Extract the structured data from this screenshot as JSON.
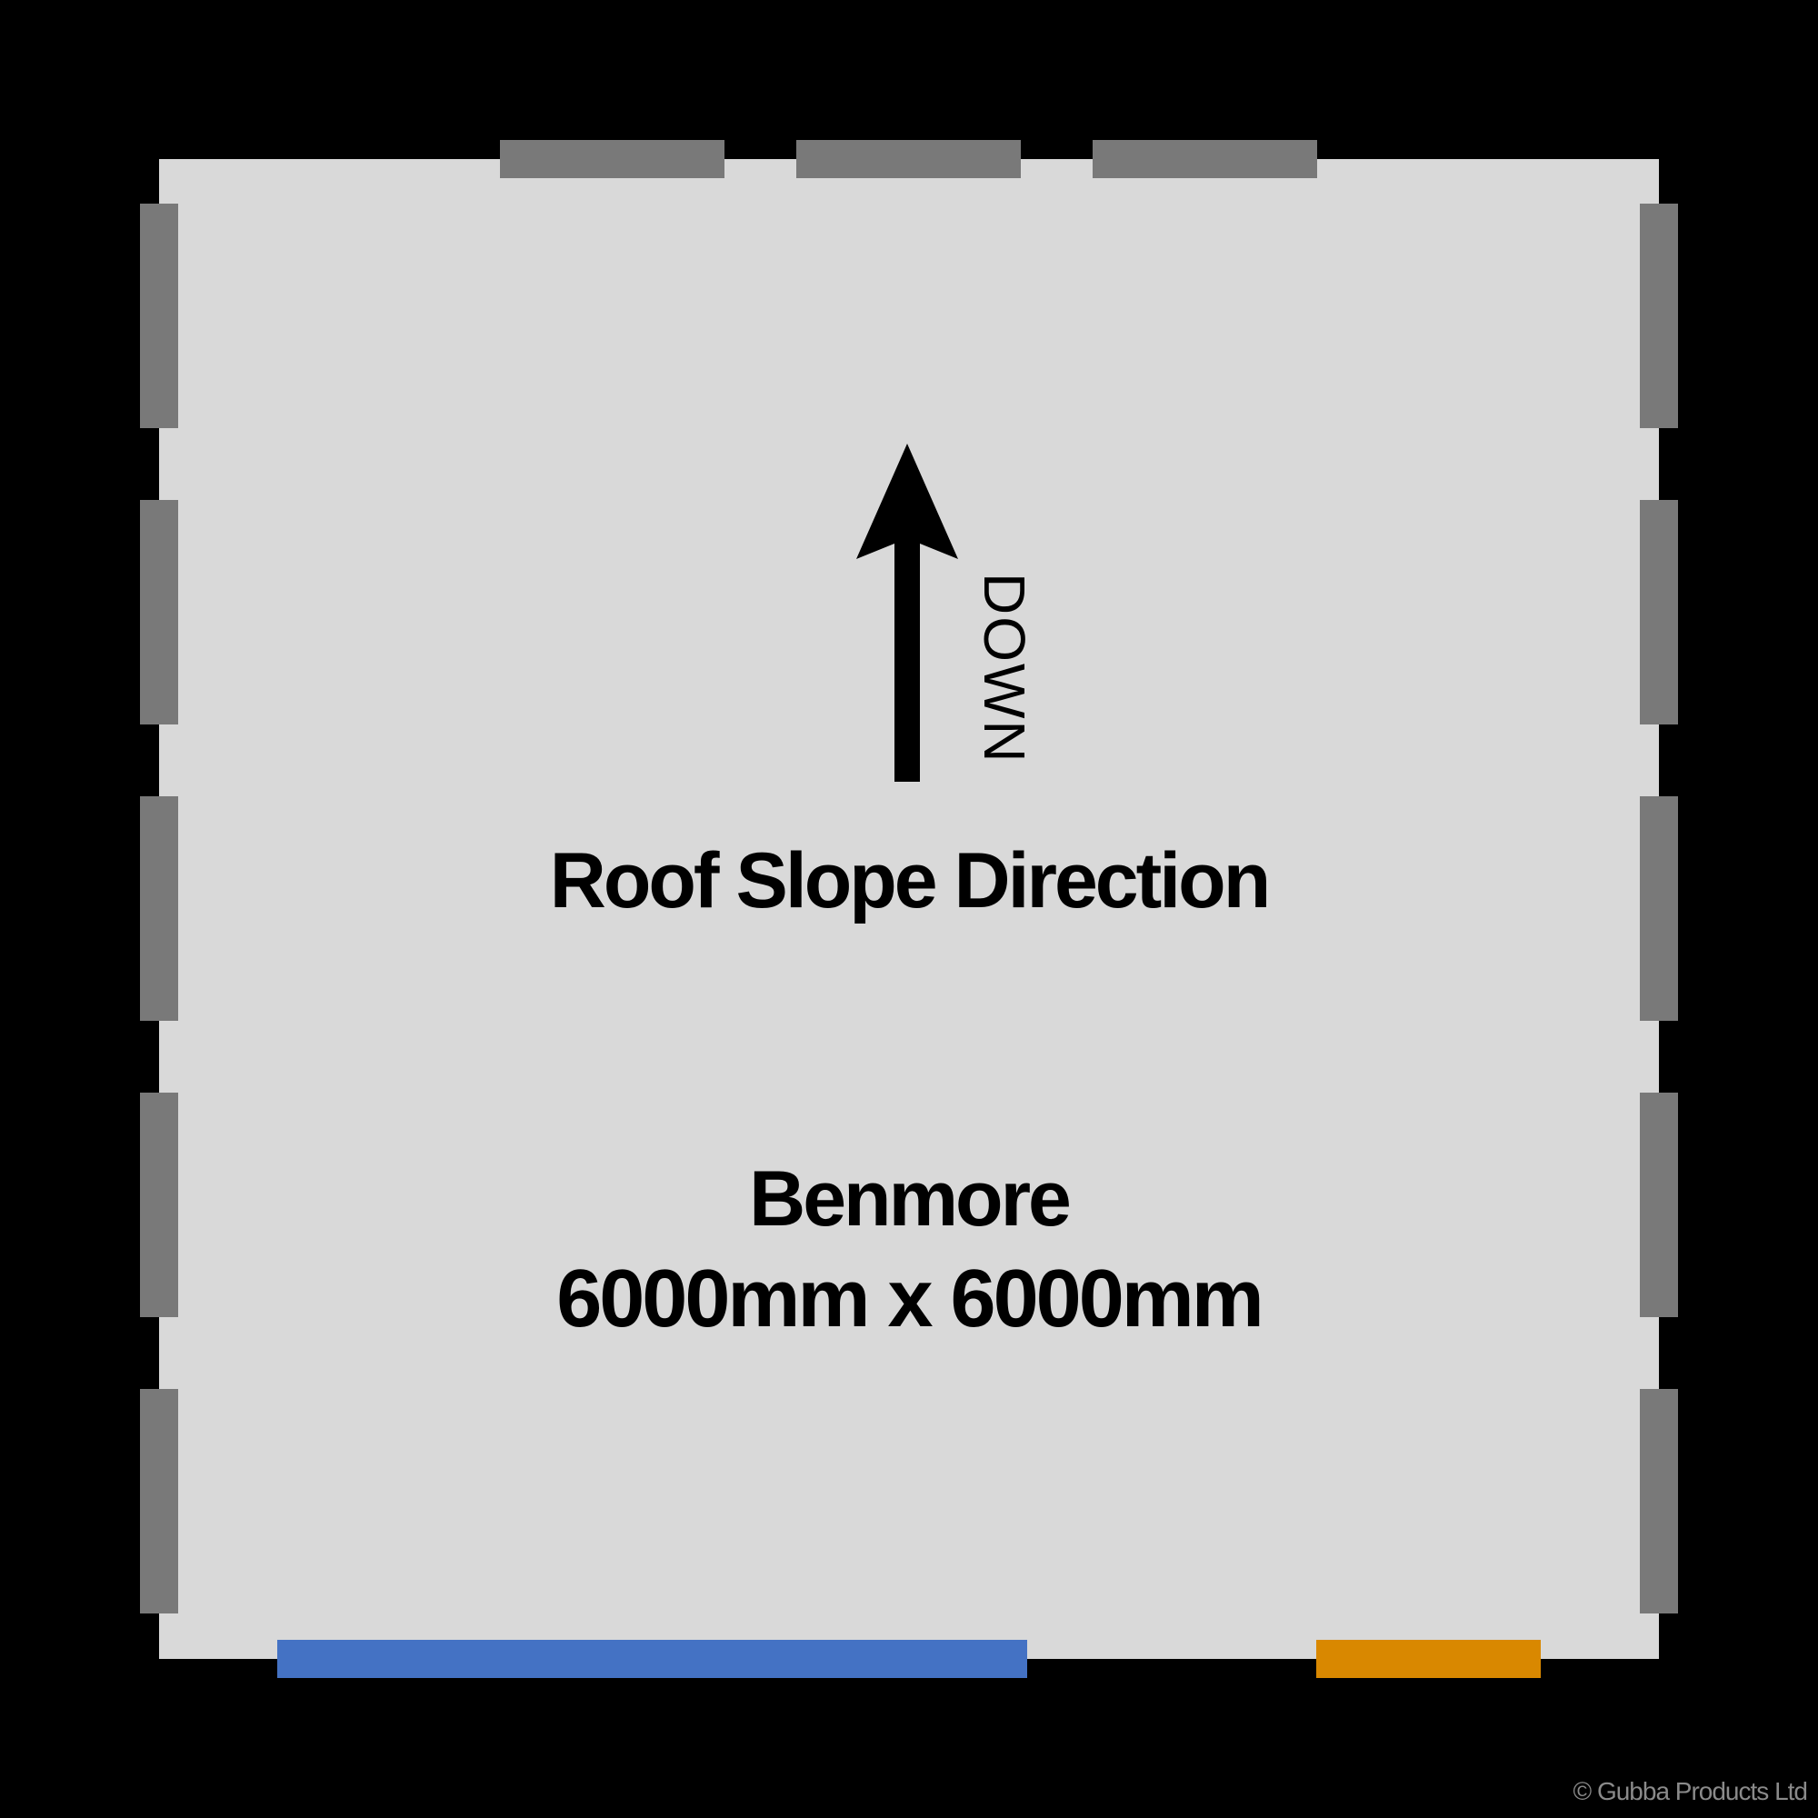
{
  "plan": {
    "model_name": "Benmore",
    "dimensions": "6000mm x 6000mm",
    "slope_title": "Roof Slope Direction",
    "slope_label": "DOWN",
    "colors": {
      "background": "#000000",
      "floor": "#d9d9d9",
      "wall_panel": "#797979",
      "door_blue": "#4472c4",
      "door_orange": "#d98800"
    }
  },
  "footer": {
    "copyright": "© Gubba Products Ltd"
  }
}
